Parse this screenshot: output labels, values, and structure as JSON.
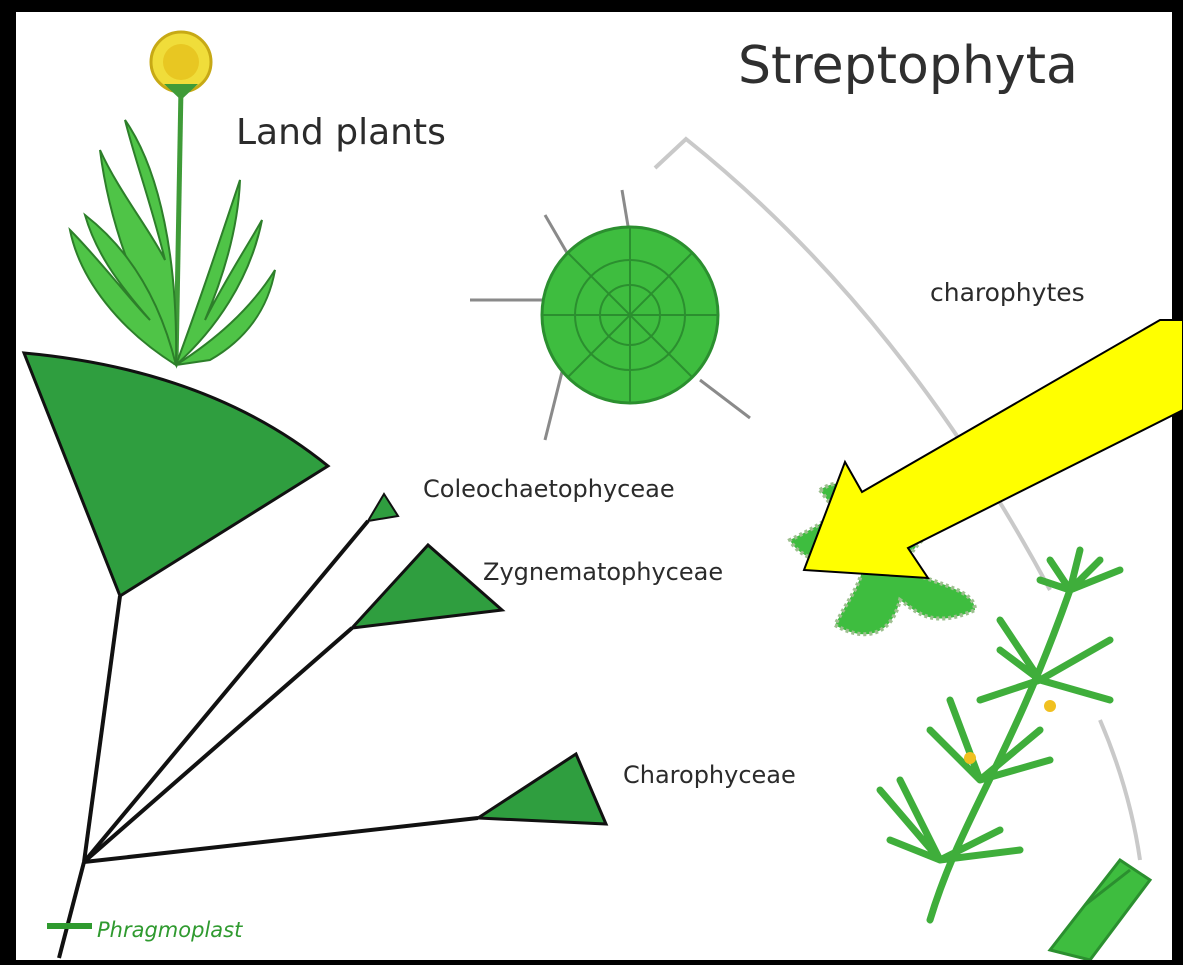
{
  "diagram": {
    "title": "Streptophyta",
    "group_label": "charophytes",
    "clades": [
      {
        "id": "land",
        "label": "Land plants"
      },
      {
        "id": "coleo",
        "label": "Coleochaetophyceae"
      },
      {
        "id": "zyg",
        "label": "Zygnematophyceae"
      },
      {
        "id": "charc",
        "label": "Charophyceae"
      }
    ],
    "marker": {
      "label": "Phragmoplast",
      "color": "#2f9a2f"
    },
    "colors": {
      "clade_fill": "#2f9e3f",
      "plant_green": "#4fc447",
      "arrow_fill": "#ffff00",
      "background": "#ffffff",
      "frame": "#000000"
    },
    "annotation": {
      "type": "arrow",
      "points_to": "Zygnematophyceae"
    }
  }
}
